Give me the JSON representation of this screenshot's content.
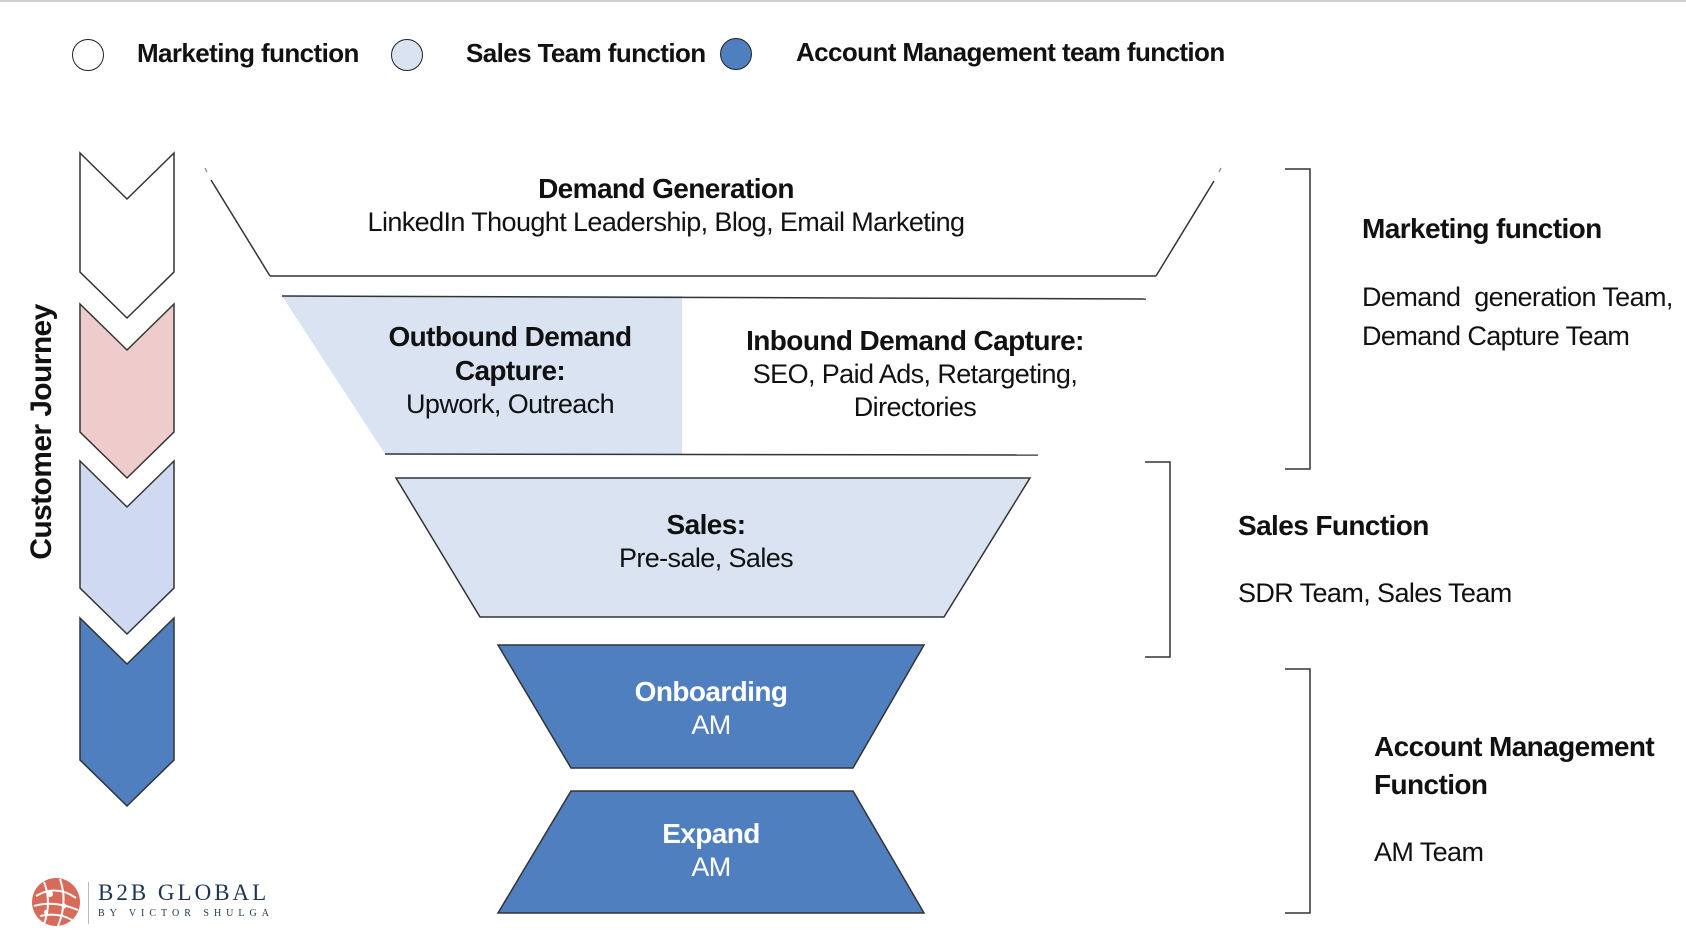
{
  "legend": {
    "items": [
      {
        "label": "Marketing function",
        "color": "#ffffff"
      },
      {
        "label": "Sales Team function",
        "color": "#d9e3f2"
      },
      {
        "label": "Account Management team function",
        "color": "#4f7fbf"
      }
    ]
  },
  "journey": {
    "label": "Customer Journey",
    "chevron_colors": [
      "#ffffff",
      "#efcccc",
      "#cfd9f2",
      "#4f7fbf"
    ]
  },
  "funnel": {
    "demand_generation": {
      "title": "Demand Generation",
      "detail": "LinkedIn Thought Leadership, Blog, Email Marketing"
    },
    "outbound": {
      "title_line1": "Outbound Demand",
      "title_line2": "Capture:",
      "detail": "Upwork, Outreach"
    },
    "inbound": {
      "title": "Inbound Demand Capture:",
      "detail_line1": "SEO, Paid Ads, Retargeting,",
      "detail_line2": "Directories"
    },
    "sales": {
      "title": "Sales:",
      "detail": "Pre-sale, Sales"
    },
    "onboarding": {
      "title": "Onboarding",
      "detail": "AM"
    },
    "expand": {
      "title": "Expand",
      "detail": "AM"
    }
  },
  "functions": {
    "marketing": {
      "title": "Marketing function",
      "line1": "Demand  generation Team,",
      "line2": "Demand Capture Team"
    },
    "sales": {
      "title": "Sales Function",
      "line1": "SDR Team, Sales Team"
    },
    "account_management": {
      "title_line1": "Account Management",
      "title_line2": "Function",
      "line1": "AM Team"
    }
  },
  "colors": {
    "light_blue": "#d9e3f2",
    "mid_blue": "#4f7fbf",
    "pink": "#efcccc",
    "outline": "#2a2a2a"
  },
  "logo": {
    "brand": "B2B GLOBAL",
    "sub": "BY VICTOR SHULGA"
  }
}
